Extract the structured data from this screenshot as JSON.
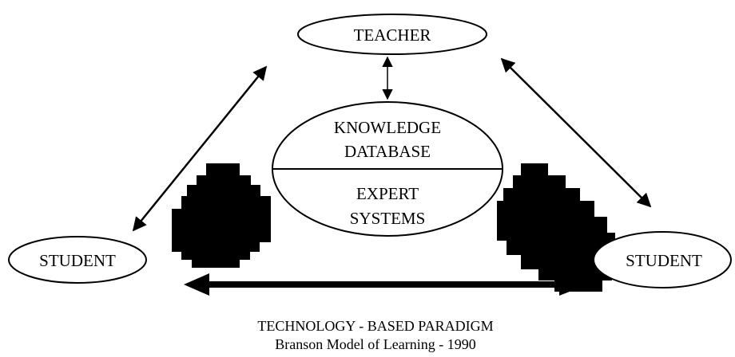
{
  "diagram": {
    "nodes": {
      "teacher": "TEACHER",
      "knowledge_line1": "KNOWLEDGE",
      "knowledge_line2": "DATABASE",
      "expert_line1": "EXPERT",
      "expert_line2": "SYSTEMS",
      "student_left": "STUDENT",
      "student_right": "STUDENT"
    },
    "caption": {
      "title": "TECHNOLOGY - BASED PARADIGM",
      "subtitle": "Branson Model of Learning - 1990"
    }
  }
}
